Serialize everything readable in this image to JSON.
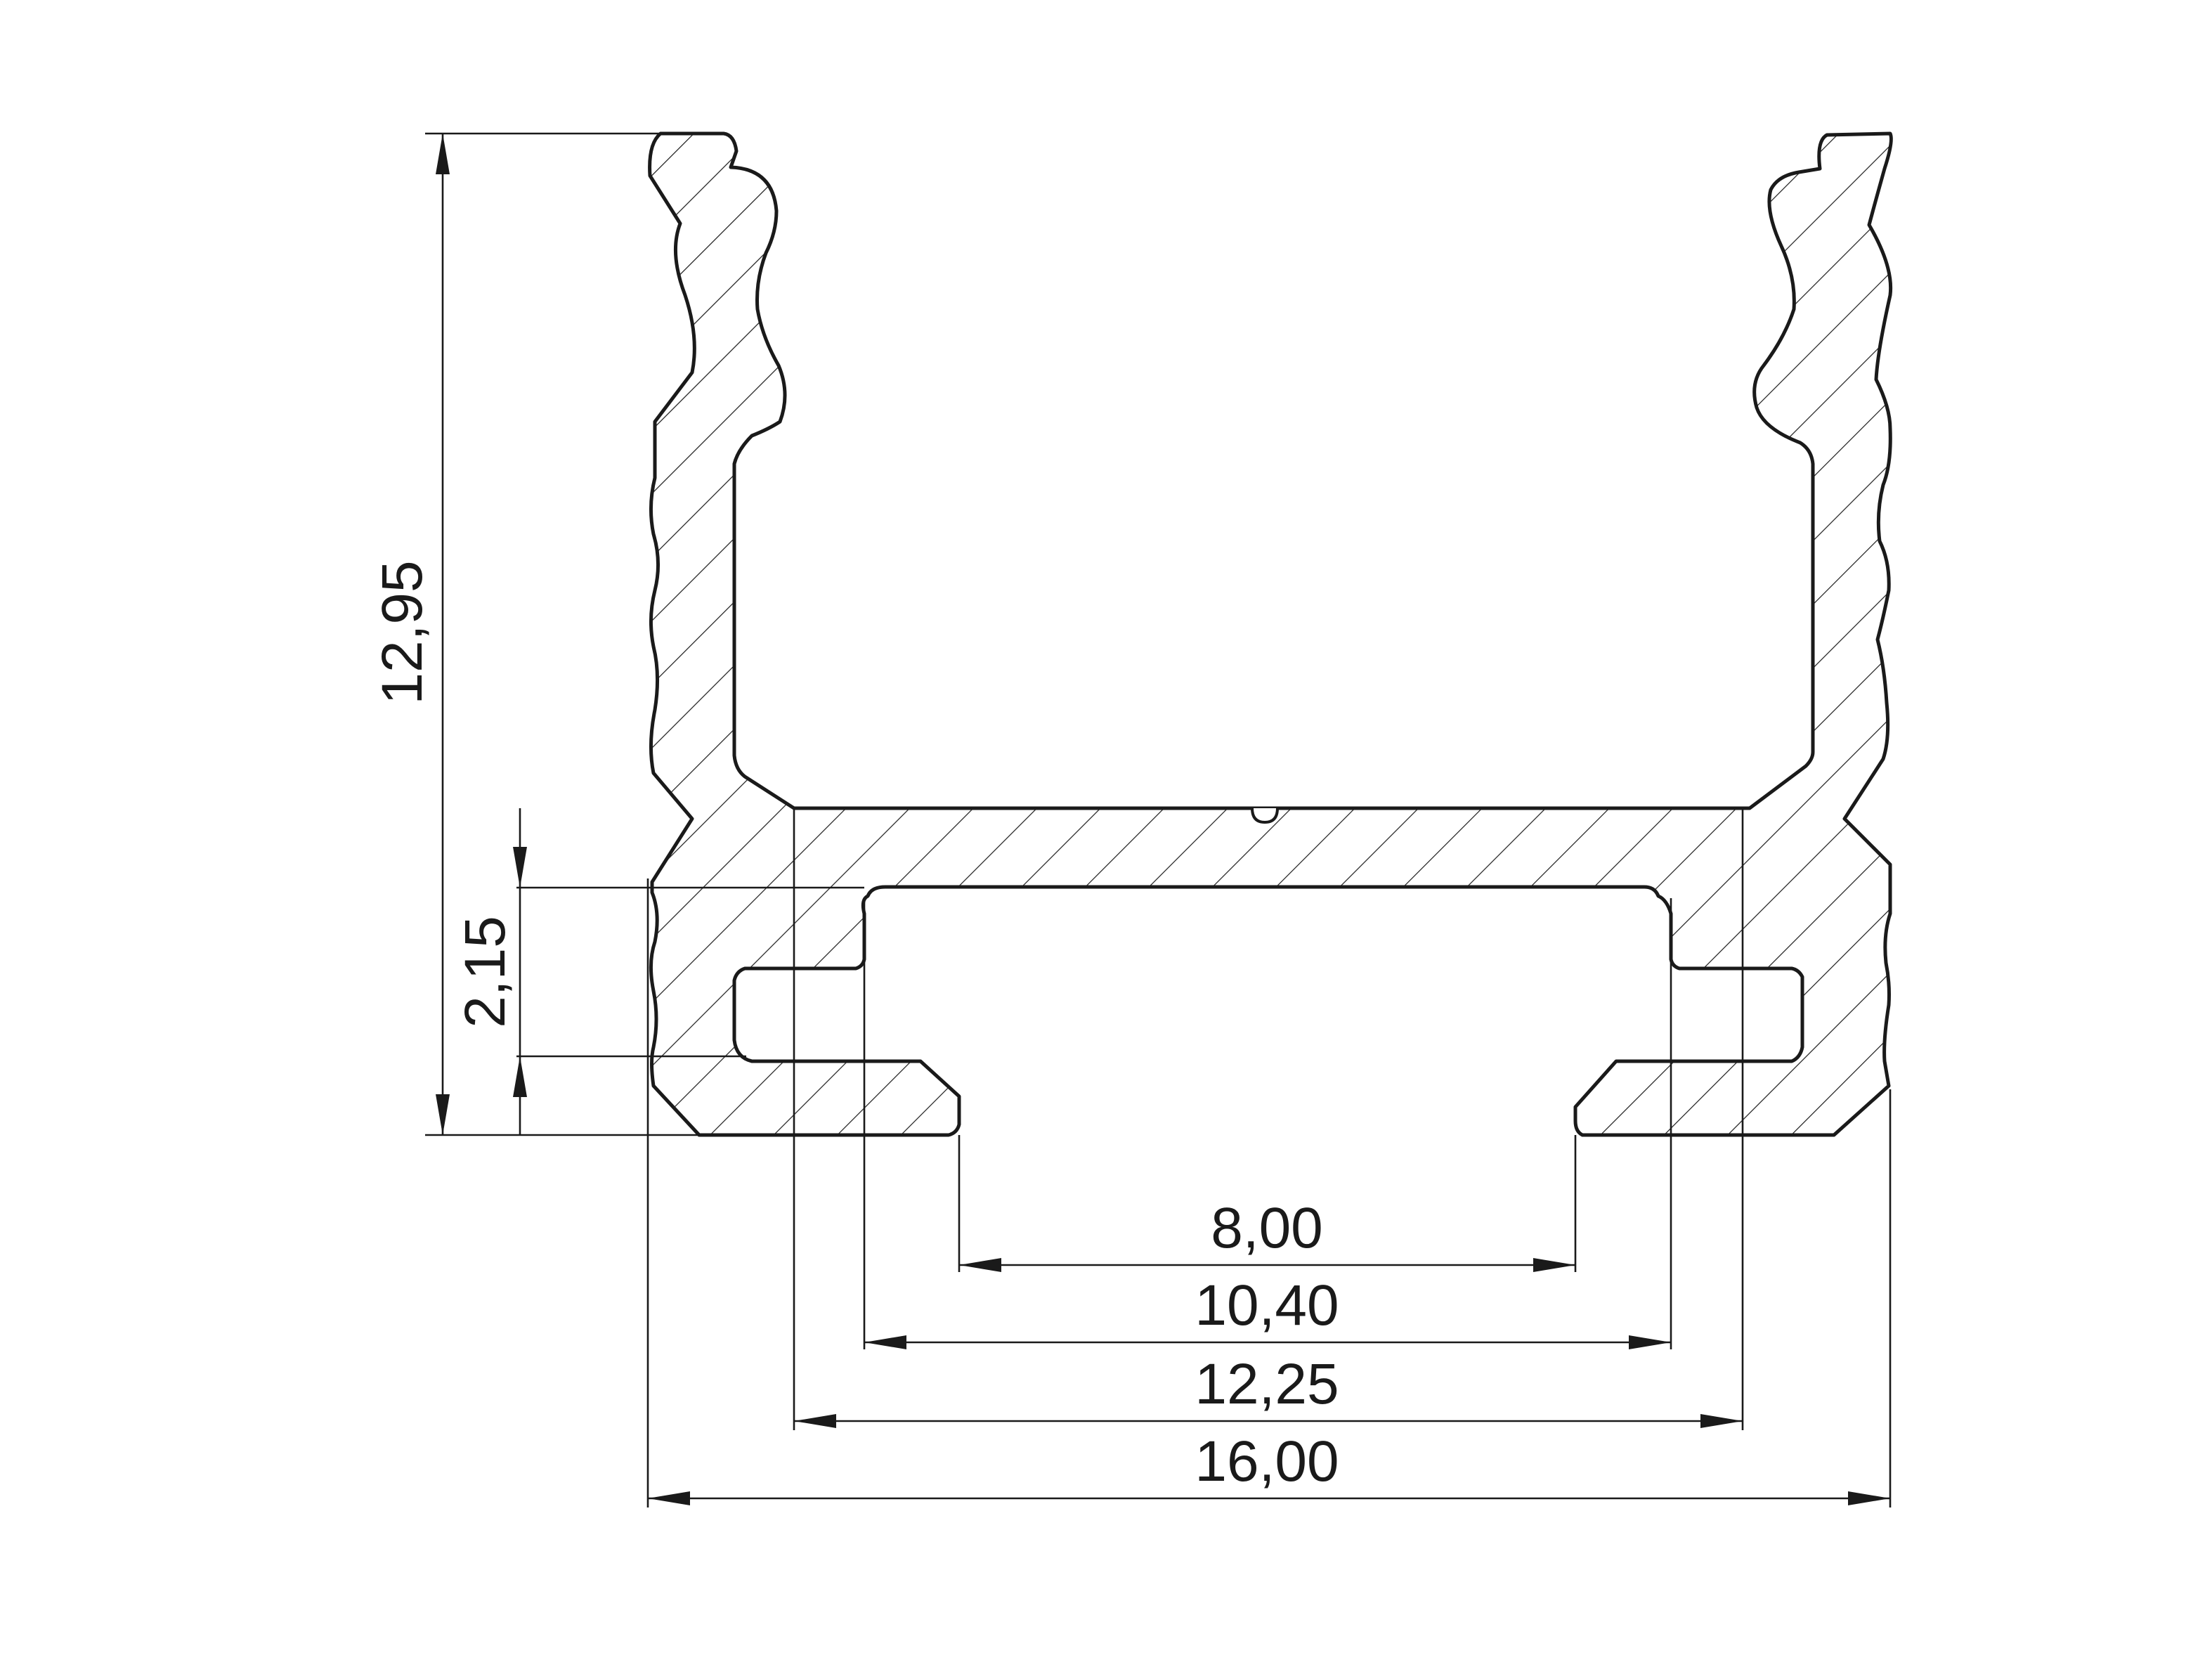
{
  "drawing": {
    "dimensions": {
      "opening_width": "8,00",
      "inner_channel_width": "10,40",
      "base_width": "12,25",
      "overall_width": "16,00",
      "overall_height": "12,95",
      "slot_height": "2,15"
    }
  }
}
